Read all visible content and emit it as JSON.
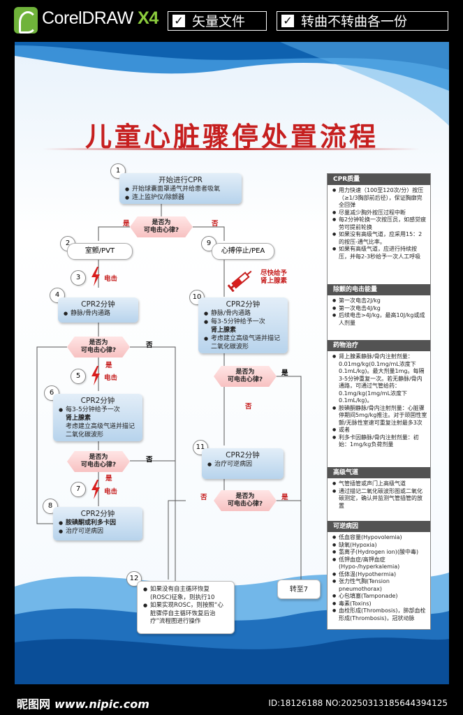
{
  "header": {
    "brand": "CorelDRAW",
    "brand_version": "X4",
    "tag1": "矢量文件",
    "tag2": "转曲不转曲各一份"
  },
  "title": "儿童心脏骤停处置流程",
  "steps": {
    "s1": {
      "num": "1",
      "title": "开始进行CPR",
      "items": [
        "开始球囊面罩通气并给患者吸氧",
        "连上监护仪/除颤器"
      ]
    },
    "d1": {
      "text": "是否为\n可电击心律?",
      "yes": "是",
      "no": "否"
    },
    "s2": {
      "num": "2",
      "title": "室颤/PVT"
    },
    "s3": {
      "num": "3",
      "label": "电击"
    },
    "s4": {
      "num": "4",
      "title": "CPR2分钟",
      "items": [
        "静脉/骨内通路"
      ]
    },
    "d2": {
      "text": "是否为\n可电击心律?",
      "yes": "是",
      "no": "否"
    },
    "s5": {
      "num": "5",
      "label": "电击"
    },
    "s6": {
      "num": "6",
      "title": "CPR2分钟",
      "items": [
        "每3-5分钟给予一次",
        "肾上腺素",
        "考虑建立高级气道并描记",
        "二氧化碳波形"
      ]
    },
    "d3": {
      "text": "是否为\n可电击心律?",
      "yes": "是",
      "no": "否"
    },
    "s7": {
      "num": "7",
      "label": "电击"
    },
    "s8": {
      "num": "8",
      "title": "CPR2分钟",
      "items": [
        "胺碘酮或利多卡因",
        "治疗可逆病因"
      ]
    },
    "s9": {
      "num": "9",
      "title": "心搏停止/PEA"
    },
    "epi": {
      "text": "尽快给予\n肾上腺素"
    },
    "s10": {
      "num": "10",
      "title": "CPR2分钟",
      "items": [
        "静脉/骨内通路",
        "每3-5分钟给予一次",
        "肾上腺素",
        "考虑建立高级气道并描记",
        "二氧化碳波形"
      ]
    },
    "d4": {
      "text": "是否为\n可电击心律?",
      "yes": "是",
      "no": "否"
    },
    "s11": {
      "num": "11",
      "title": "CPR2分钟",
      "items": [
        "治疗可逆病因"
      ]
    },
    "d5": {
      "text": "是否为\n可电击心律?",
      "yes": "是",
      "no": "否"
    },
    "s12": {
      "num": "12",
      "items": [
        "如果没有自主循环恢复(ROSC)征象，则执行10",
        "如果实现ROSC，则按照“心脏骤停自主循环恢复后治疗”流程图进行操作"
      ]
    },
    "goto7": {
      "text": "转至7"
    }
  },
  "sidebar": {
    "cpr_quality": {
      "title": "CPR质量",
      "items": [
        "用力快速（100至120次/分）按压（≥1/3胸部前后径），保证胸廓完全回弹",
        "尽量减少胸外按压过程中断",
        "每2分钟轮换一次按压员，如感觉疲劳可提前轮换",
        "如果没有高级气道，应采用15：2的按压-通气比率。",
        "如果有高级气道，应进行持续按压，并每2-3秒给予一次人工呼吸"
      ]
    },
    "shock_energy": {
      "title": "除颤的电击能量",
      "items": [
        "第一次电击2J/kg",
        "第一次电击4J/kg",
        "后续电击>4J/kg，最高10J/kg或成人剂量"
      ]
    },
    "drug": {
      "title": "药物治疗",
      "items": [
        "肾上腺素静脉/骨内注射剂量：0.01mg/kg(0.1mg/mL浓度下0.1mL/kg)。最大剂量1mg。每隔3-5分钟重复一次。若无静脉/骨内通路，可通过气管给药：0.1mg/kg(1mg/mL浓度下0.1mL/kg)。",
        "胺碘酮静脉/骨内注射剂量：心脏骤停期间5mg/kg推注。对于顽固性室颤/无脉性室速可重复注射最多3次",
        "或者",
        "利多卡因静脉/骨内注射剂量：初始：1mg/kg负荷剂量"
      ]
    },
    "airway": {
      "title": "高级气道",
      "items": [
        "气管插管或声门上高级气道",
        "通过描记二氧化碳波形图或二氧化碳测定，确认并监测气管插管的放置"
      ]
    },
    "reversible": {
      "title": "可逆病因",
      "items": [
        "低血容量(Hypovolemia)",
        "缺氧(Hypoxia)",
        "氢离子(Hydrogen ion)(酸中毒)",
        "低钾血症/高钾血症(Hypo-/hyperkalemia)",
        "低体温(Hypothermia)",
        "张力性气胸(Tension pneumothorax)",
        "心包填塞(Tamponade)",
        "毒素(Toxins)",
        "血栓形成(Thrombosis)，肺部血栓形成(Thrombosis)，冠状动脉"
      ]
    }
  },
  "footer": {
    "site_name": "昵图网",
    "site_url": "www.nipic.com",
    "image_id": "ID:18126188 NO:20250313185644394125"
  }
}
